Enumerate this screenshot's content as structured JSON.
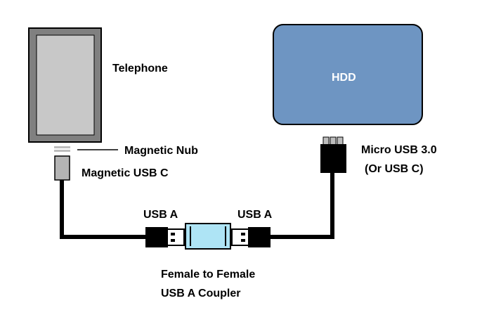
{
  "labels": {
    "telephone": "Telephone",
    "hdd": "HDD",
    "magnetic_nub": "Magnetic Nub",
    "magnetic_usb_c": "Magnetic USB C",
    "micro_usb_line1": "Micro USB 3.0",
    "micro_usb_line2": "(Or USB C)",
    "usb_a_left": "USB A",
    "usb_a_right": "USB A",
    "coupler_line1": "Female to Female",
    "coupler_line2": "USB A Coupler"
  },
  "colors": {
    "phone_frame": "#808080",
    "phone_screen": "#c8c8c8",
    "hdd_fill": "#6e95c2",
    "coupler_fill": "#aee4f5",
    "cable": "#000000",
    "connector_gray": "#b4b4b4"
  }
}
